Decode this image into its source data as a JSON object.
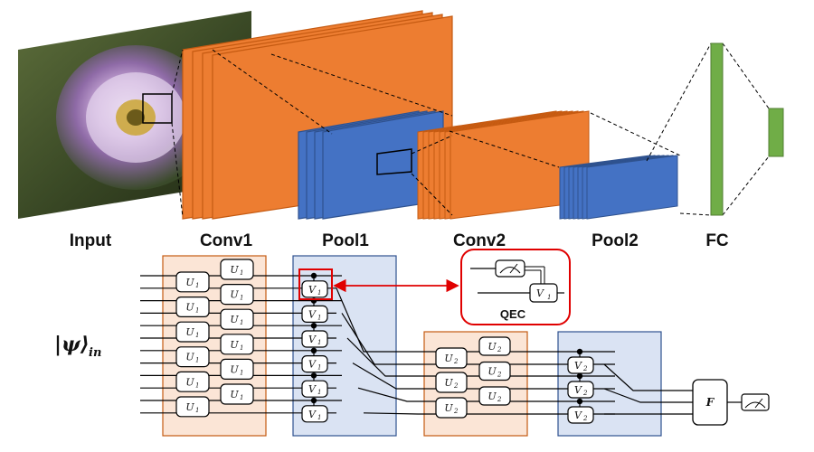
{
  "cnn_labels": {
    "input": "Input",
    "conv1": "Conv1",
    "pool1": "Pool1",
    "conv2": "Conv2",
    "pool2": "Pool2",
    "fc": "FC"
  },
  "state": {
    "psi": "|ψ⟩",
    "sub": "in"
  },
  "qec_label": "QEC",
  "gates": {
    "u1": "U",
    "u1_sub": "1",
    "u2": "U",
    "u2_sub": "2",
    "v1": "V",
    "v1_sub": "1",
    "v2": "V",
    "v2_sub": "2",
    "f": "F"
  },
  "colors": {
    "orange": "#ED7D31",
    "orange_dark": "#C55A11",
    "blue": "#4472C4",
    "blue_dark": "#2F528F",
    "green": "#70AD47",
    "orange_bg": "#FBE5D6",
    "blue_bg": "#DAE3F3",
    "red": "#E00000"
  }
}
